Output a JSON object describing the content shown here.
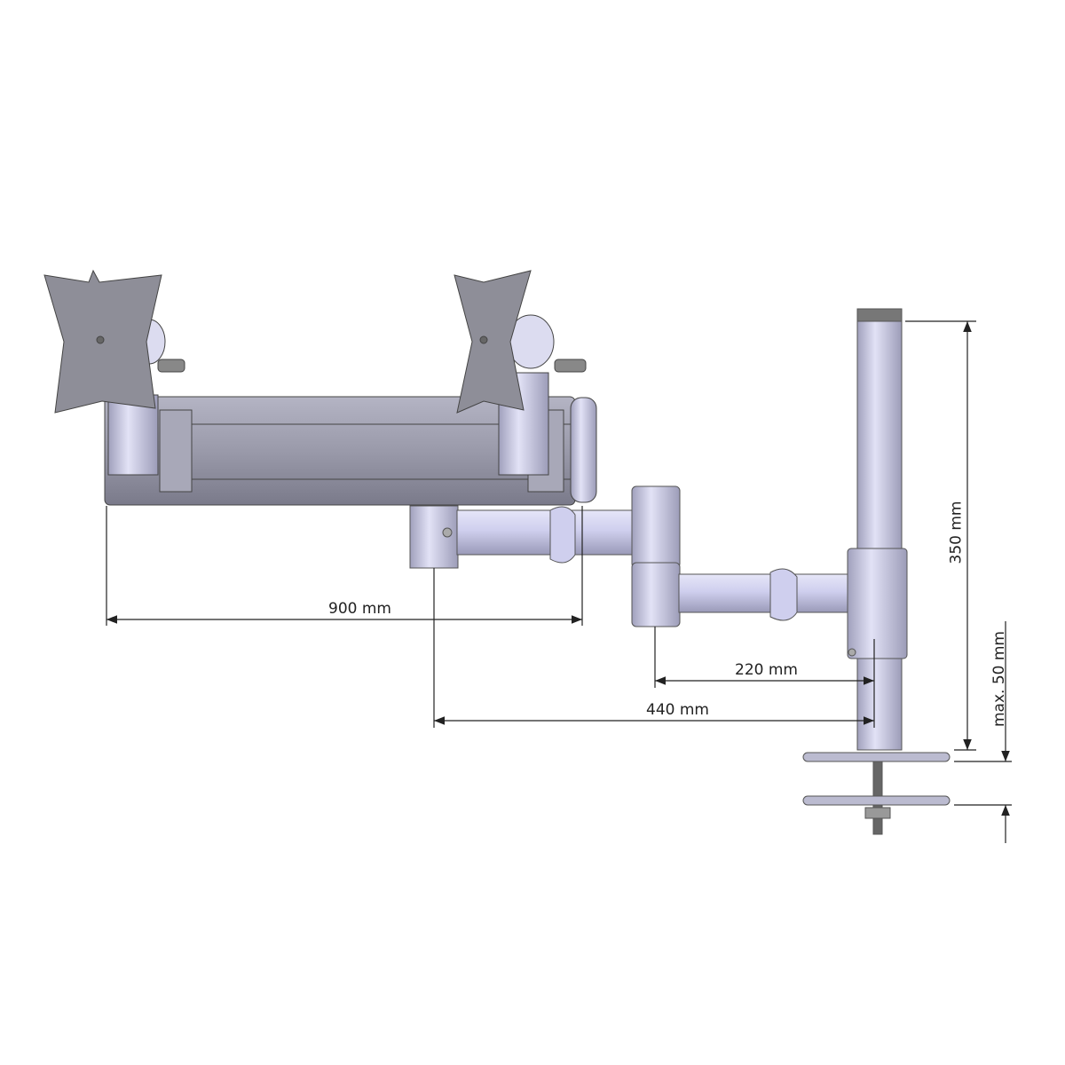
{
  "title": "Dual monitor arm dimension drawing",
  "dimensions": {
    "rail_width": "900 mm",
    "arm_inner": "220 mm",
    "arm_total": "440 mm",
    "pole_height": "350 mm",
    "desk_thickness": "max. 50 mm"
  },
  "colors": {
    "metal_light": "#d2d2ee",
    "metal_dark": "#8a8aa6",
    "plate_gray": "#8e8e98",
    "line": "#222222"
  }
}
